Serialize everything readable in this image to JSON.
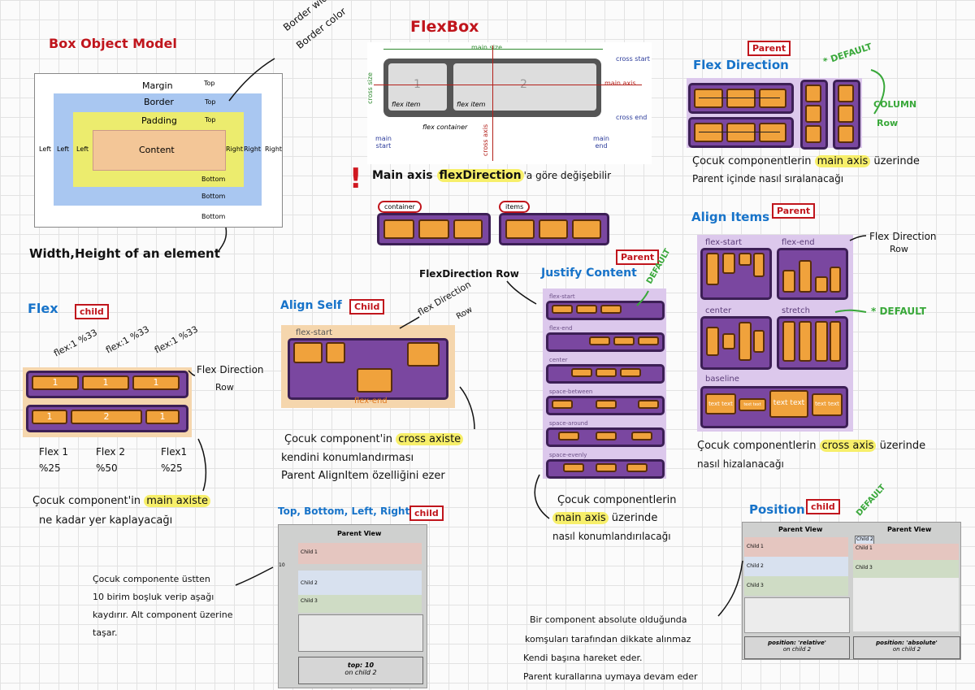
{
  "box_model": {
    "title": "Box Object Model",
    "margin": "Margin",
    "border": "Border",
    "padding": "Padding",
    "content": "Content",
    "top": "Top",
    "bottom": "Bottom",
    "left": "Left",
    "right": "Right",
    "arrow_note_1": "Border width",
    "arrow_note_2": "Border color",
    "caption": "Width,Height of an element"
  },
  "flexbox": {
    "title": "FlexBox",
    "main_size": "main size",
    "cross_start": "cross start",
    "main_axis": "main axis",
    "cross_end": "cross end",
    "cross_size": "cross size",
    "cross_axis": "cross axis",
    "item1": "1",
    "item2": "2",
    "flex_item": "flex item",
    "flex_container": "flex container",
    "main": "main",
    "start": "start",
    "end": "end",
    "exclaim": "!",
    "note_prefix": "Main axis ",
    "note_hl": "flexDirection",
    "note_suffix": "'a göre değişebilir",
    "container_label": "container",
    "items_label": "items"
  },
  "flex_direction": {
    "title": "Flex Direction",
    "tag": "Parent",
    "default": "* DEFAULT",
    "column": "COLUMN",
    "row": "Row",
    "note_1a": "Çocuk componentlerin ",
    "note_1hl": "main axis",
    "note_1b": " üzerinde",
    "note_2": "Parent içinde nasıl sıralanacağı"
  },
  "align_items": {
    "title": "Align Items",
    "tag": "Parent",
    "flex_start": "flex-start",
    "flex_end": "flex-end",
    "center": "center",
    "stretch": "stretch",
    "baseline": "baseline",
    "text_text": "text text",
    "dir_note_1": "Flex Direction",
    "dir_note_2": "Row",
    "default": "* DEFAULT",
    "note_1a": "Çocuk componentlerin ",
    "note_1hl": "cross axis",
    "note_1b": " üzerinde",
    "note_2": "nasıl hizalanacağı"
  },
  "flex": {
    "title": "Flex",
    "tag": "child",
    "a1": "flex:1 %33",
    "a2": "flex:1 %33",
    "a3": "flex:1 %33",
    "dir_1": "Flex Direction",
    "dir_2": "Row",
    "top_items": [
      "1",
      "1",
      "1"
    ],
    "bottom_items": [
      "1",
      "2",
      "1"
    ],
    "c1a": "Flex 1",
    "c1b": "%25",
    "c2a": "Flex 2",
    "c2b": "%50",
    "c3a": "Flex1",
    "c3b": "%25",
    "note_1a": "Çocuk component'in ",
    "note_1hl": "main axiste",
    "note_2": "ne kadar yer kaplayacağı"
  },
  "align_self": {
    "title": "Align Self",
    "tag": "Child",
    "flex_start": "flex-start",
    "flex_end": "flex-end",
    "dir_1": "flex Direction",
    "dir_2": "Row",
    "note_1a": "Çocuk component'in ",
    "note_1hl": "cross axiste",
    "note_2": "kendini konumlandırması",
    "note_3": "Parent AlignItem özelliğini ezer"
  },
  "justify": {
    "title": "Justify Content",
    "tag": "Parent",
    "dir_label": "FlexDirection Row",
    "default": "DEFAULT",
    "rows": [
      "flex-start",
      "flex-end",
      "center",
      "space-between",
      "space-around",
      "space-evenly"
    ],
    "note_1": "Çocuk componentlerin",
    "note_2hl": "main axis",
    "note_2b": " üzerinde",
    "note_3": "nasıl konumlandırılacağı"
  },
  "tblr": {
    "title": "Top, Bottom, Left, Right",
    "tag": "child",
    "parent_view": "Parent View",
    "child1": "Child 1",
    "child2": "Child 2",
    "child3": "Child 3",
    "ten": "10",
    "caption_1": "top: 10",
    "caption_2": "on child 2",
    "note_1": "Çocuk componente üstten",
    "note_2": "10 birim boşluk verip aşağı",
    "note_3": "kaydırır. Alt component üzerine",
    "note_4": "taşar."
  },
  "position": {
    "title": "Position",
    "tag": "child",
    "default": "DEFAULT",
    "parent_view": "Parent View",
    "child1": "Child 1",
    "child2": "Child 2",
    "child3": "Child 3",
    "cap_rel_1": "position: 'relative'",
    "cap_rel_2": "on child 2",
    "cap_abs_1": "position: 'absolute'",
    "cap_abs_2": "on child 2",
    "note_1": "Bir component absolute olduğunda",
    "note_2": "komşuları tarafından dikkate alınmaz",
    "note_3": "Kendi başına hareket eder.",
    "note_4": "Parent kurallarına uymaya devam eder"
  }
}
